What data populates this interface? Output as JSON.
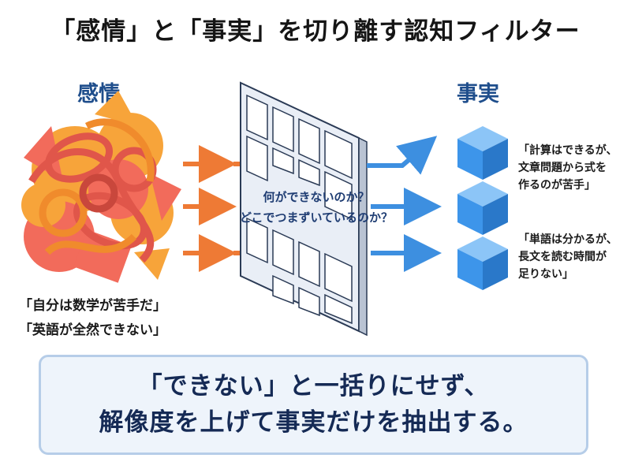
{
  "title": "「感情」と「事実」を切り離す認知フィルター",
  "emotion": {
    "label": "感情",
    "quotes": [
      "「自分は数学が苦手だ」",
      "「英語が全然できない」"
    ]
  },
  "filter": {
    "question_lines": [
      "何ができないのか？",
      "どこでつまずいているのか？"
    ]
  },
  "fact": {
    "label": "事実",
    "items": [
      {
        "lines": [
          "「計算はできるが、",
          "文章問題から式を",
          "作るのが苦手」"
        ]
      },
      {
        "lines": [
          "「単語は分かるが、",
          "長文を読む時間が",
          "足りない」"
        ]
      }
    ]
  },
  "summary": {
    "lines": [
      "「できない」と一括りにせず、",
      "解像度を上げて事実だけを抽出する。"
    ]
  },
  "colors": {
    "emotion_red": "#f26b5b",
    "emotion_orange": "#f7a43a",
    "arrow_orange": "#ee7a35",
    "arrow_blue": "#3d8fe0",
    "cube_blue": "#3d95ea",
    "label_blue": "#1f4e8c",
    "summary_bg": "#eef4fb"
  }
}
